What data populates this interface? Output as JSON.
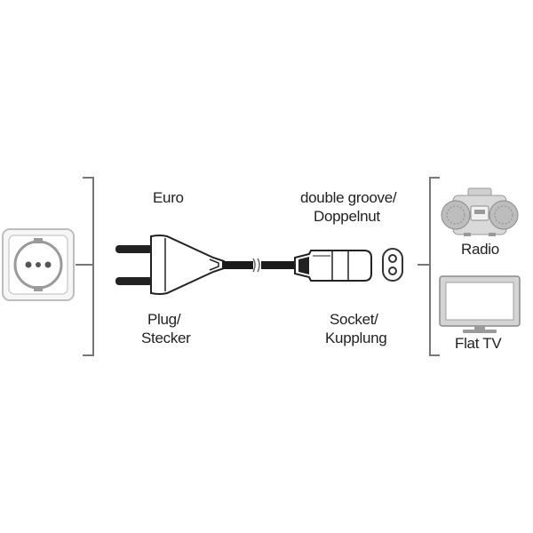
{
  "labels": {
    "plug_type": "Euro",
    "socket_type_line1": "double groove/",
    "socket_type_line2": "Doppelnut",
    "plug_line1": "Plug/",
    "plug_line2": "Stecker",
    "socket_line1": "Socket/",
    "socket_line2": "Kupplung",
    "device_radio": "Radio",
    "device_tv": "Flat TV"
  },
  "icons": {
    "wall_outlet": "wall-socket-icon",
    "plug": "euro-plug-icon",
    "cable": "power-cable-icon",
    "connector": "c7-connector-icon",
    "socket_face": "figure-8-socket-icon",
    "radio": "radio-icon",
    "tv": "flat-tv-icon"
  },
  "colors": {
    "line": "#555555",
    "cable": "#1a1a1a",
    "icon_gray": "#9a9a9a",
    "icon_light": "#d6d6d6"
  }
}
